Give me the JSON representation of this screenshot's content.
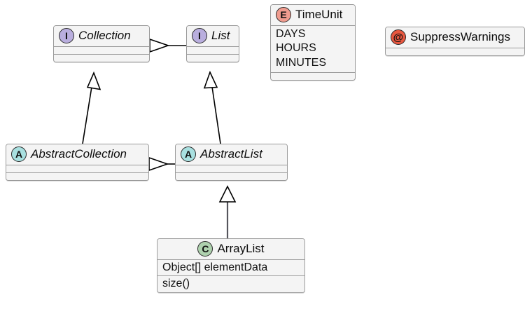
{
  "diagram": {
    "kind": "uml-class-diagram",
    "background": "#ffffff",
    "palette": {
      "interface_icon": "#b9aede",
      "enum_icon": "#f09c8f",
      "annotation_icon": "#e8573f",
      "abstract_icon": "#a8e0e0",
      "class_icon": "#aed1ae",
      "node_fill": "#f4f4f4",
      "node_border": "#9a9a9a",
      "edge_stroke": "#000000",
      "arrowhead_fill": "#ffffff"
    },
    "nodes": [
      {
        "id": "collection",
        "name": "Collection",
        "stereotype": "interface",
        "icon_letter": "I",
        "italic_name": true,
        "title_align": "left",
        "compartments": [
          {
            "kind": "fields",
            "rows": []
          },
          {
            "kind": "methods",
            "rows": []
          }
        ]
      },
      {
        "id": "list",
        "name": "List",
        "stereotype": "interface",
        "icon_letter": "I",
        "italic_name": true,
        "title_align": "left",
        "compartments": [
          {
            "kind": "fields",
            "rows": []
          },
          {
            "kind": "methods",
            "rows": []
          }
        ]
      },
      {
        "id": "timeunit",
        "name": "TimeUnit",
        "stereotype": "enum",
        "icon_letter": "E",
        "italic_name": false,
        "title_align": "left",
        "compartments": [
          {
            "kind": "constants",
            "rows": [
              "DAYS",
              "HOURS",
              "MINUTES"
            ]
          },
          {
            "kind": "methods",
            "rows": []
          }
        ]
      },
      {
        "id": "suppresswarnings",
        "name": "SuppressWarnings",
        "stereotype": "annotation",
        "icon_letter": "@",
        "italic_name": false,
        "title_align": "left",
        "compartments": [
          {
            "kind": "members",
            "rows": []
          }
        ]
      },
      {
        "id": "abstractcollection",
        "name": "AbstractCollection",
        "stereotype": "abstract-class",
        "icon_letter": "A",
        "italic_name": true,
        "title_align": "left",
        "compartments": [
          {
            "kind": "fields",
            "rows": []
          },
          {
            "kind": "methods",
            "rows": []
          }
        ]
      },
      {
        "id": "abstractlist",
        "name": "AbstractList",
        "stereotype": "abstract-class",
        "icon_letter": "A",
        "italic_name": true,
        "title_align": "left",
        "compartments": [
          {
            "kind": "fields",
            "rows": []
          },
          {
            "kind": "methods",
            "rows": []
          }
        ]
      },
      {
        "id": "arraylist",
        "name": "ArrayList",
        "stereotype": "class",
        "icon_letter": "C",
        "italic_name": false,
        "title_align": "center",
        "compartments": [
          {
            "kind": "fields",
            "rows": [
              "Object[] elementData"
            ]
          },
          {
            "kind": "methods",
            "rows": [
              "size()"
            ]
          }
        ]
      }
    ],
    "edges": [
      {
        "id": "list-to-collection",
        "type": "generalization",
        "from": "list",
        "to": "collection",
        "arrowhead": "hollow-triangle"
      },
      {
        "id": "abstractcollection-to-collection",
        "type": "realization",
        "from": "abstractcollection",
        "to": "collection",
        "arrowhead": "hollow-triangle"
      },
      {
        "id": "abstractlist-to-list",
        "type": "realization",
        "from": "abstractlist",
        "to": "list",
        "arrowhead": "hollow-triangle"
      },
      {
        "id": "abstractlist-to-abstractcollection",
        "type": "generalization",
        "from": "abstractlist",
        "to": "abstractcollection",
        "arrowhead": "hollow-triangle"
      },
      {
        "id": "arraylist-to-abstractlist",
        "type": "generalization",
        "from": "arraylist",
        "to": "abstractlist",
        "arrowhead": "hollow-triangle"
      }
    ]
  }
}
